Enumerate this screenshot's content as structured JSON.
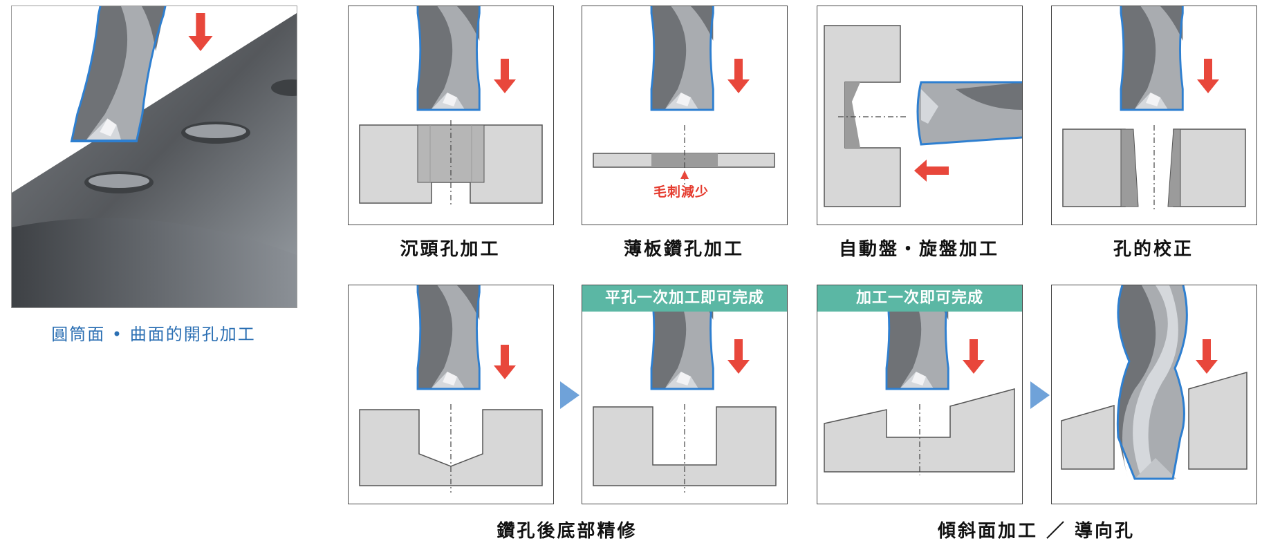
{
  "photo_caption": "圓筒面 • 曲面的開孔加工",
  "panels": {
    "counterbore": {
      "caption": "沉頭孔加工"
    },
    "thin_plate": {
      "caption": "薄板鑽孔加工",
      "note": "毛刺減少"
    },
    "lathe": {
      "caption": "自動盤‧旋盤加工"
    },
    "correction": {
      "caption": "孔的校正"
    },
    "bottom_finish": {
      "caption": "鑽孔後底部精修"
    },
    "flat_bottom": {
      "banner": "平孔一次加工即可完成"
    },
    "incline": {
      "banner": "加工一次即可完成",
      "caption": "傾斜面加工 ／ 導向孔"
    }
  },
  "colors": {
    "arrow": "#e8473b",
    "drill_outline": "#2e7fd0",
    "drill_fill": "#a9acb0",
    "block": "#d7d7d7",
    "banner": "#5bb7a4",
    "step_marker": "#6fa2d9"
  },
  "icons": [
    "down-arrow-icon",
    "left-arrow-icon",
    "step-arrow-icon",
    "drill-bit-icon"
  ]
}
